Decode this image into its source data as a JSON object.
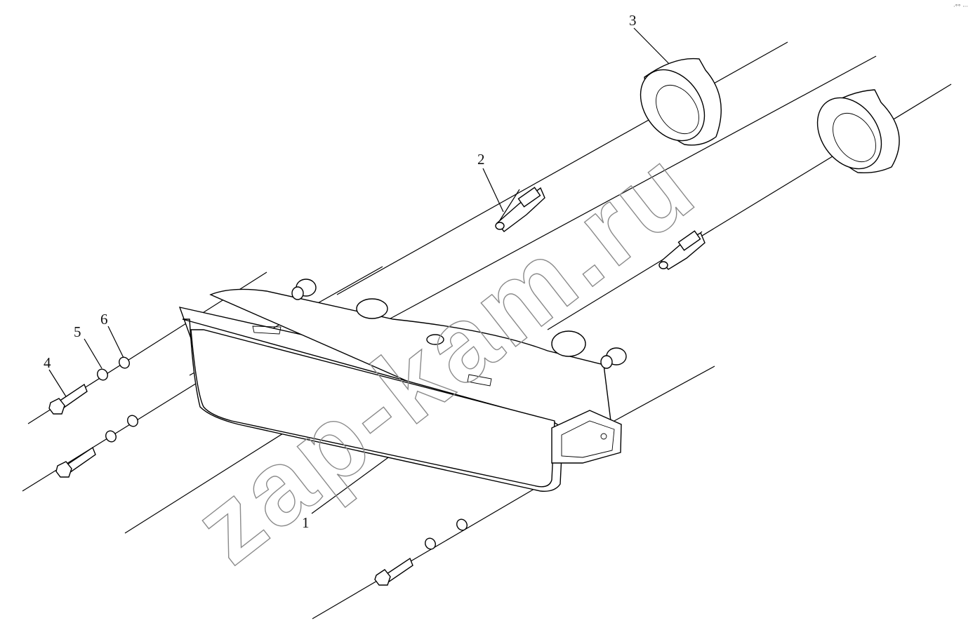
{
  "watermark": {
    "text": "zap-kam.ru"
  },
  "corner_mark": "·°° ···",
  "callouts": [
    {
      "id": "1",
      "label": "1"
    },
    {
      "id": "2",
      "label": "2"
    },
    {
      "id": "3",
      "label": "3"
    },
    {
      "id": "4",
      "label": "4"
    },
    {
      "id": "5",
      "label": "5"
    },
    {
      "id": "6",
      "label": "6"
    }
  ]
}
